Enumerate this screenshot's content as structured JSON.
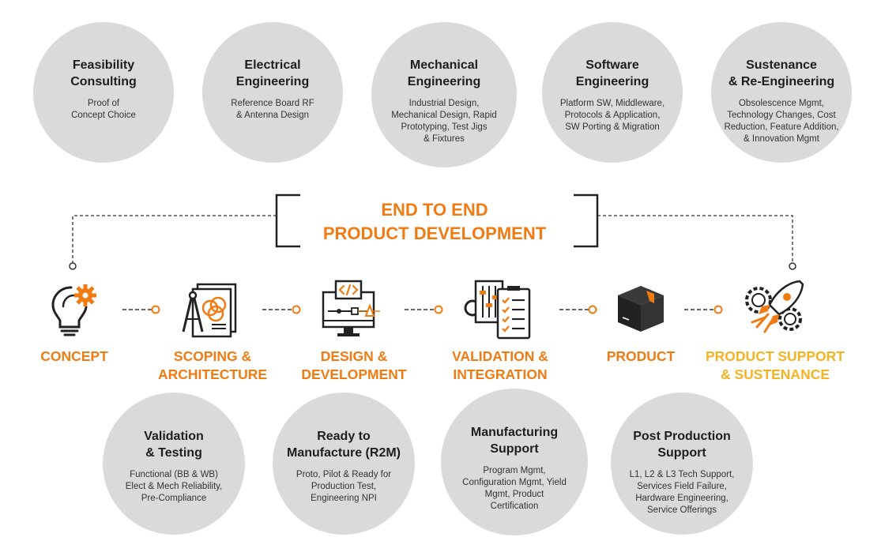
{
  "title": {
    "line1": "END TO END",
    "line2": "PRODUCT DEVELOPMENT",
    "color": "#f07b12"
  },
  "top_circles": [
    {
      "title": "Feasibility\nConsulting",
      "desc": "Proof of\nConcept Choice"
    },
    {
      "title": "Electrical\nEngineering",
      "desc": "Reference Board RF\n& Antenna Design"
    },
    {
      "title": "Mechanical\nEngineering",
      "desc": "Industrial Design,\nMechanical Design, Rapid\nPrototyping, Test Jigs\n& Fixtures"
    },
    {
      "title": "Software\nEngineering",
      "desc": "Platform SW, Middleware,\nProtocols & Application,\nSW Porting & Migration"
    },
    {
      "title": "Sustenance\n& Re-Engineering",
      "desc": "Obsolescence Mgmt,\nTechnology Changes, Cost\nReduction, Feature Addition,\n& Innovation Mgmt"
    }
  ],
  "stages": [
    {
      "label": "CONCEPT",
      "icon": "lightbulb-gear-icon",
      "color": "#f07b12"
    },
    {
      "label": "SCOPING &\nARCHITECTURE",
      "icon": "blueprint-compass-icon",
      "color": "#f07b12"
    },
    {
      "label": "DESIGN &\nDEVELOPMENT",
      "icon": "code-monitor-icon",
      "color": "#f07b12"
    },
    {
      "label": "VALIDATION &\nINTEGRATION",
      "icon": "checklist-controls-icon",
      "color": "#f07b12"
    },
    {
      "label": "PRODUCT",
      "icon": "box-icon",
      "color": "#f07b12"
    },
    {
      "label": "PRODUCT SUPPORT\n& SUSTENANCE",
      "icon": "rocket-gears-icon",
      "color": "#f5b324"
    }
  ],
  "bottom_circles": [
    {
      "title": "Validation\n& Testing",
      "desc": "Functional (BB & WB)\nElect & Mech Reliability,\nPre-Compliance"
    },
    {
      "title": "Ready to\nManufacture (R2M)",
      "desc": "Proto, Pilot & Ready for\nProduction Test,\nEngineering NPI"
    },
    {
      "title": "Manufacturing\nSupport",
      "desc": "Program Mgmt,\nConfiguration Mgmt, Yield\nMgmt, Product\nCertification"
    },
    {
      "title": "Post Production\nSupport",
      "desc": "L1, L2 & L3 Tech Support,\nServices Field Failure,\nHardware Engineering,\nService Offerings"
    }
  ],
  "colors": {
    "circle": "#dadada",
    "accent": "#f07b12",
    "accent_light": "#f5b324",
    "dark": "#222222"
  }
}
